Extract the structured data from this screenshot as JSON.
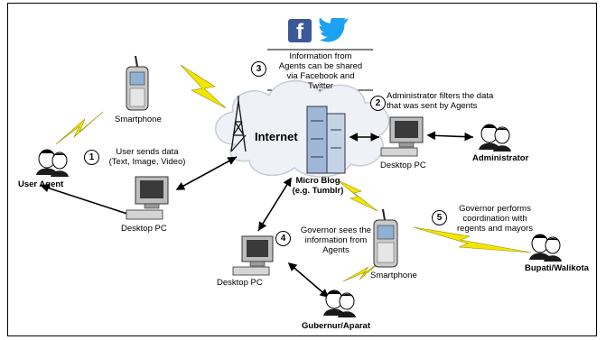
{
  "social": {
    "facebook_glyph": "f",
    "colors": {
      "facebook": "#3b5998",
      "twitter": "#1da1f2"
    }
  },
  "labels": {
    "internet": "Internet",
    "smartphone_top": "Smartphone",
    "smartphone_bottom": "Smartphone",
    "desktop_left": "Desktop PC",
    "desktop_right": "Desktop PC",
    "desktop_bottom": "Desktop PC",
    "user_agent": "User Agent",
    "administrator": "Administrator",
    "micro_blog_line1": "Micro Blog",
    "micro_blog_line2": "(e.g. Tumblr)",
    "bupati": "Bupati/Walikota",
    "gubernur": "Gubernur/Aparat"
  },
  "steps": [
    {
      "number": "1",
      "lines": [
        "User sends data",
        "(Text, Image, Video)"
      ]
    },
    {
      "number": "2",
      "lines": [
        "Administrator filters the data",
        "that was sent by Agents"
      ]
    },
    {
      "number": "3",
      "lines": [
        "Information from",
        "Agents can be shared",
        "via Facebook and",
        "Twitter"
      ]
    },
    {
      "number": "4",
      "lines": [
        "Governor sees the",
        "information from",
        "Agents"
      ]
    },
    {
      "number": "5",
      "lines": [
        "Governor performs",
        "coordination with",
        "regents and mayors"
      ]
    }
  ],
  "colors": {
    "lightning": "#f2e600",
    "lightning_stroke": "#9a9000",
    "cloud": "#eef1f6",
    "server": "#9fb7d6",
    "monitor": "#bdbdbd"
  }
}
